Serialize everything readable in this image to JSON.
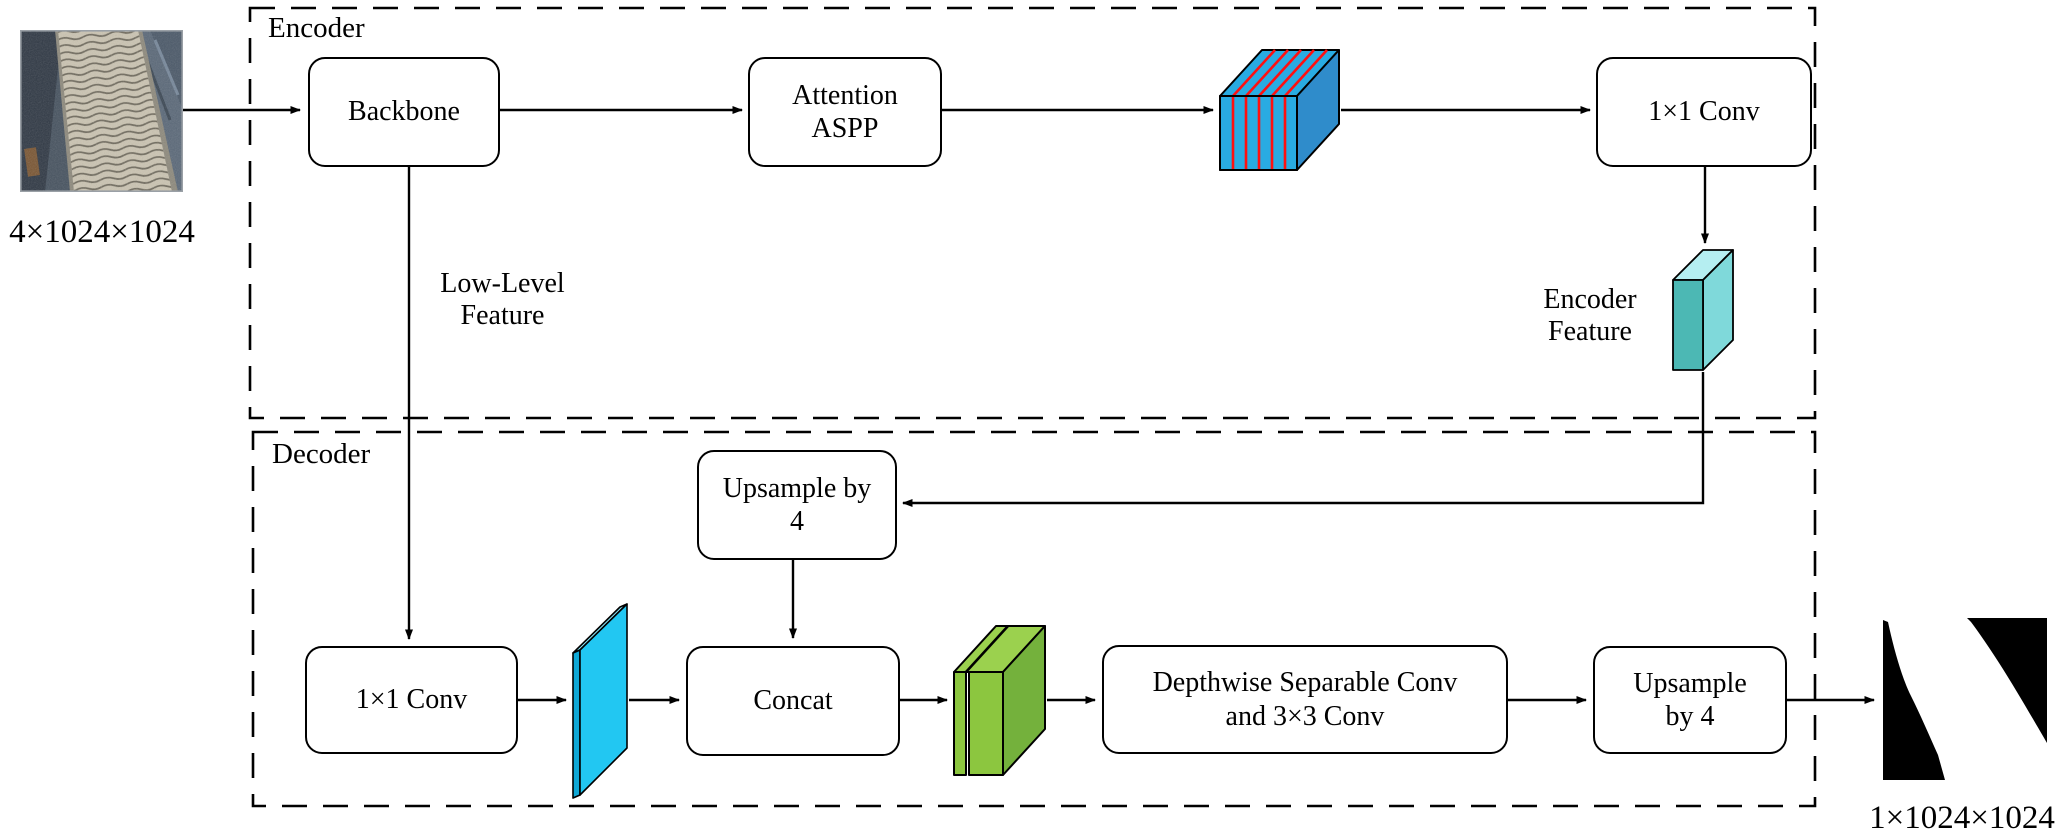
{
  "figure": {
    "input": {
      "label": "4×1024×1024"
    },
    "output": {
      "label": "1×1024×1024"
    },
    "encoder": {
      "title": "Encoder",
      "backbone_label": "Backbone",
      "attention_aspp_label": "Attention\nASPP",
      "conv_label": "1×1 Conv",
      "feature_label": "Encoder\nFeature"
    },
    "decoder": {
      "title": "Decoder",
      "upsample_mid_label": "Upsample by\n4",
      "conv_label": "1×1 Conv",
      "concat_label": "Concat",
      "depthwise_label": "Depthwise Separable Conv\nand 3×3 Conv",
      "upsample_out_label": "Upsample\nby 4"
    },
    "annotations": {
      "low_level": "Low-Level\nFeature"
    },
    "colors": {
      "aspp_block_front": "#29ABE2",
      "aspp_block_side": "#2F8CCB",
      "aspp_block_divider": "#FF1010",
      "encoder_feature_front": "#4CB8B4",
      "encoder_feature_side": "#7FD9DA",
      "encoder_feature_top": "#B5EEF1",
      "lowlevel_plate_front": "#22C7F2",
      "lowlevel_plate_side": "#0FA8D6",
      "lowlevel_plate_top": "#8FE8FA",
      "concat_block_front": "#8CC63F",
      "concat_block_side": "#74B13C",
      "concat_block_top": "#9BD14E"
    }
  }
}
